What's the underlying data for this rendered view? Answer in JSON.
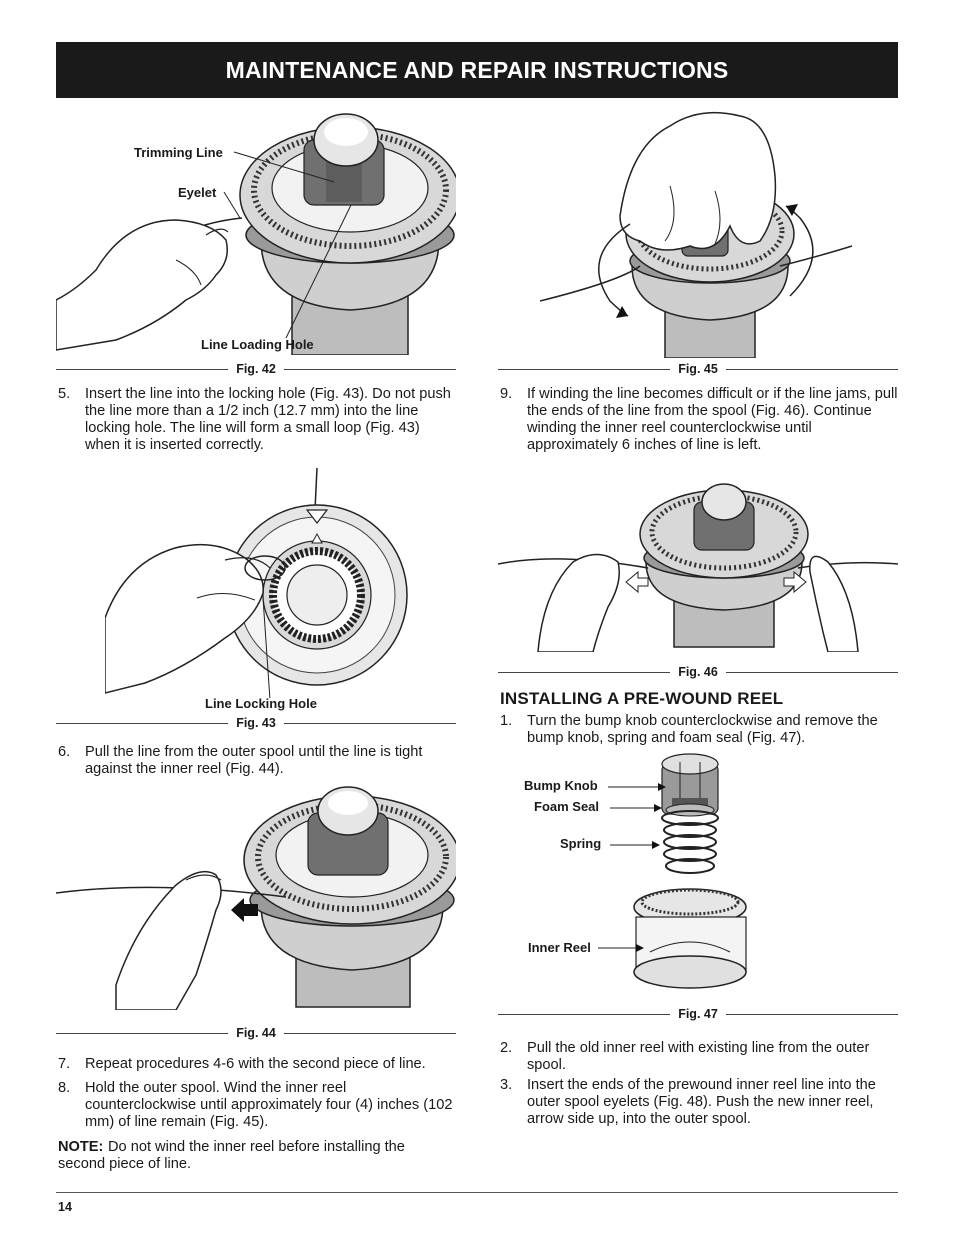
{
  "header": {
    "title": "MAINTENANCE AND REPAIR INSTRUCTIONS"
  },
  "figures": {
    "fig42": {
      "caption": "Fig. 42",
      "callouts": {
        "trimming_line": "Trimming Line",
        "eyelet": "Eyelet",
        "line_loading_hole": "Line Loading Hole"
      }
    },
    "fig43": {
      "caption": "Fig. 43",
      "callouts": {
        "line_locking_hole": "Line Locking Hole"
      }
    },
    "fig44": {
      "caption": "Fig. 44"
    },
    "fig45": {
      "caption": "Fig. 45"
    },
    "fig46": {
      "caption": "Fig. 46"
    },
    "fig47": {
      "caption": "Fig. 47",
      "callouts": {
        "bump_knob": "Bump Knob",
        "foam_seal": "Foam Seal",
        "spring": "Spring",
        "inner_reel": "Inner Reel"
      }
    }
  },
  "steps_left": [
    {
      "num": "5.",
      "text": "Insert the line into the locking hole (Fig. 43). Do not push the line more than a 1/2 inch (12.7 mm) into the line locking hole. The line will form a small loop (Fig. 43) when it is inserted correctly."
    },
    {
      "num": "6.",
      "text": "Pull the line from the outer spool until the line is tight against the inner reel (Fig. 44)."
    },
    {
      "num": "7.",
      "text": "Repeat procedures 4-6 with the second piece of line."
    },
    {
      "num": "8.",
      "text": "Hold the outer spool. Wind the inner reel counterclockwise until approximately four (4) inches (102 mm) of line remain (Fig. 45)."
    }
  ],
  "note": {
    "label": "NOTE:",
    "text": "Do not wind the inner reel before installing the second piece of line."
  },
  "steps_right": [
    {
      "num": "9.",
      "text": "If winding the line becomes difficult or if the line jams, pull the ends of the line from the spool (Fig. 46). Continue winding the inner reel counterclockwise until approximately 6 inches of line is left."
    }
  ],
  "section": {
    "title": "INSTALLING A PRE-WOUND REEL",
    "steps": [
      {
        "num": "1.",
        "text": "Turn the bump knob counterclockwise and remove the bump knob, spring and foam seal (Fig. 47)."
      },
      {
        "num": "2.",
        "text": "Pull the old inner reel with existing line from the outer spool."
      },
      {
        "num": "3.",
        "text": "Insert the ends of the prewound inner reel line into the outer spool eyelets (Fig. 48). Push the new inner reel, arrow side up, into the outer spool."
      }
    ]
  },
  "footer": {
    "page_number": "14"
  }
}
